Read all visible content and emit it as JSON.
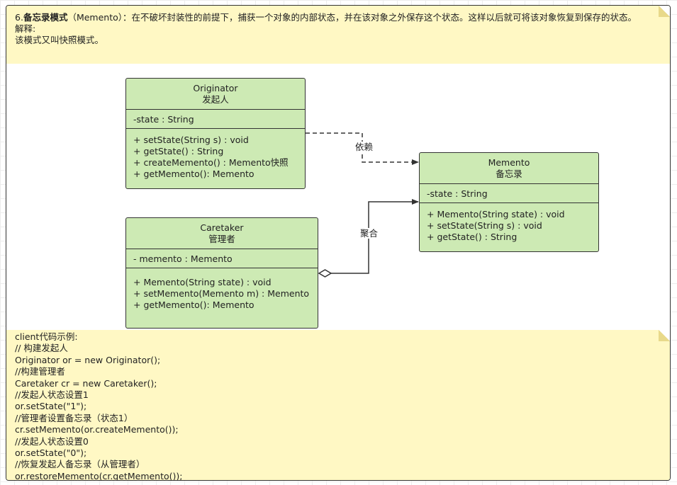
{
  "top_note": {
    "prefix": "6.",
    "title_bold": "备忘录模式",
    "title_rest": "（Memento）：在不破坏封装性的前提下，捕获一个对象的内部状态，并在该对象之外保存这个状态。这样以后就可将该对象恢复到保存的状态。",
    "explain_label": "解释:",
    "explain_text": "该模式又叫快照模式。"
  },
  "classes": {
    "originator": {
      "name": "Originator",
      "subtitle": "发起人",
      "attributes": [
        "-state : String"
      ],
      "operations": [
        "+ setState(String s) : void",
        "+ getState() : String",
        "+ createMemento() : Memento快照",
        "+ getMemento(): Memento"
      ]
    },
    "memento": {
      "name": "Memento",
      "subtitle": "备忘录",
      "attributes": [
        "-state : String"
      ],
      "operations": [
        "+ Memento(String state) : void",
        "+ setState(String s) : void",
        "+ getState() : String"
      ]
    },
    "caretaker": {
      "name": "Caretaker",
      "subtitle": "管理者",
      "attributes": [
        "- memento : Memento"
      ],
      "operations": [
        "+ Memento(String state) : void",
        "+ setMemento(Memento m) : Memento",
        "+ getMemento(): Memento"
      ]
    }
  },
  "relations": {
    "dependency_label": "依赖",
    "aggregation_label": "聚合"
  },
  "code_note": {
    "lines": [
      "client代码示例:",
      "// 构建发起人",
      "Originator or = new Originator();",
      "//构建管理者",
      "Caretaker cr = new Caretaker();",
      "//发起人状态设置1",
      "or.setState(\"1\");",
      "//管理者设置备忘录（状态1）",
      "cr.setMemento(or.createMemento());",
      "//发起人状态设置0",
      "or.setState(\"0\");",
      "//恢复发起人备忘录（从管理者）",
      "or.restoreMemento(cr.getMemento());"
    ]
  },
  "colors": {
    "class_fill": "#cdeab4",
    "note_fill": "#fff8c4",
    "border": "#333333"
  }
}
